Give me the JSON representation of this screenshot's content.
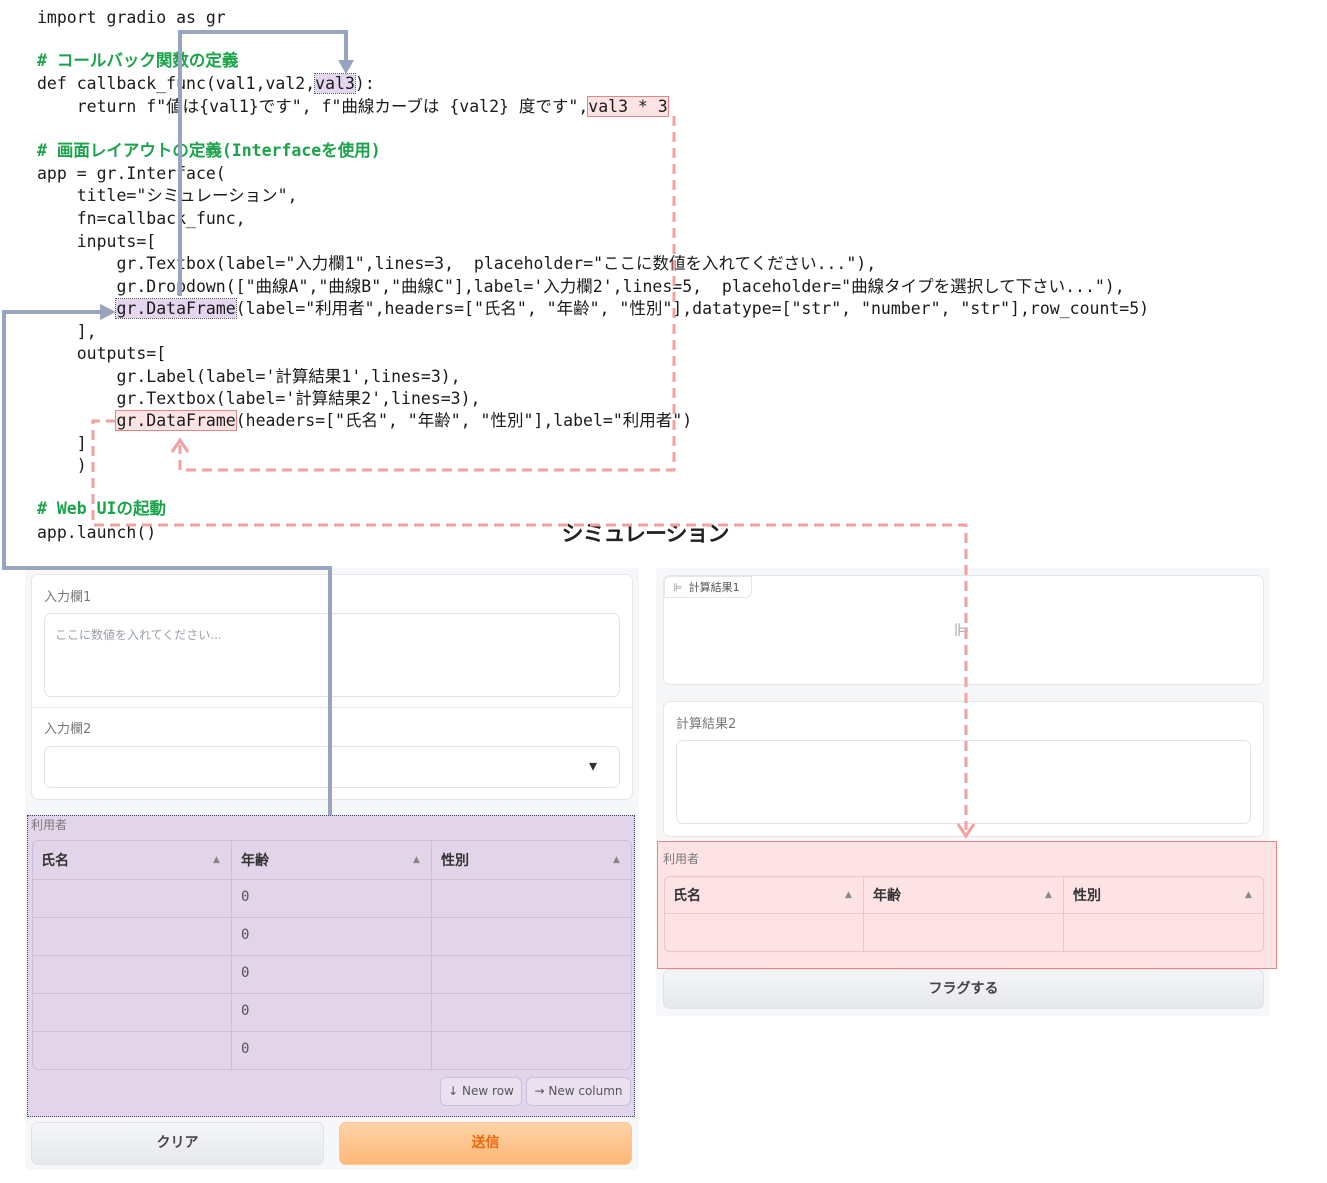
{
  "code": {
    "lines": [
      "import gradio as gr",
      "# コールバック関数の定義",
      "def callback_func(val1,val2,",
      "val3",
      "):",
      "    return f\"値は{val1}です\", f\"曲線カーブは {val2} 度です\",",
      "val3 * 3",
      "# 画面レイアウトの定義(Interfaceを使用)",
      "app = gr.Interface(",
      "    title=\"シミュレーション\",",
      "    fn=callback_func,",
      "    inputs=[",
      "        gr.Textbox(label=\"入力欄1\",lines=3,  placeholder=\"ここに数値を入れてください...\"),",
      "        gr.Dropdown([\"曲線A\",\"曲線B\",\"曲線C\"],label='入力欄2',lines=5,  placeholder=\"曲線タイプを選択して下さい...\"),",
      "        ",
      "gr.DataFrame",
      "(label=\"利用者\",headers=[\"氏名\", \"年齢\", \"性別\"],datatype=[\"str\", \"number\", \"str\"],row_count=5)",
      "    ],",
      "    outputs=[",
      "        gr.Label(label='計算結果1',lines=3),",
      "        gr.Textbox(label='計算結果2',lines=3),",
      "(headers=[\"氏名\", \"年齢\", \"性別\"],label=\"利用者\")",
      "    ]",
      "    )",
      "# Web UIの起動",
      "app.launch()"
    ]
  },
  "ui": {
    "title": "シミュレーション",
    "input1": {
      "label": "入力欄1",
      "placeholder": "ここに数値を入れてください..."
    },
    "input2": {
      "label": "入力欄2",
      "dropdown_arrow": "▾"
    },
    "input_df": {
      "label": "利用者",
      "headers": [
        "氏名",
        "年齢",
        "性別"
      ],
      "rows": [
        [
          "",
          "0",
          ""
        ],
        [
          "",
          "0",
          ""
        ],
        [
          "",
          "0",
          ""
        ],
        [
          "",
          "0",
          ""
        ],
        [
          "",
          "0",
          ""
        ]
      ],
      "new_row": "New row",
      "new_column": "New column"
    },
    "clear_button": "クリア",
    "submit_button": "送信",
    "output1": {
      "label": "計算結果1"
    },
    "output2": {
      "label": "計算結果2"
    },
    "output_df": {
      "label": "利用者",
      "headers": [
        "氏名",
        "年齢",
        "性別"
      ]
    },
    "flag_button": "フラグする"
  },
  "colors": {
    "blue_arrow": "#98a4c0",
    "red_dashed": "#f2a0a0",
    "input_df_bg": "#e2d4e9",
    "output_df_bg": "#fde3e4",
    "submit_bg": "#fdbe85",
    "comment": "#1aa34a"
  }
}
